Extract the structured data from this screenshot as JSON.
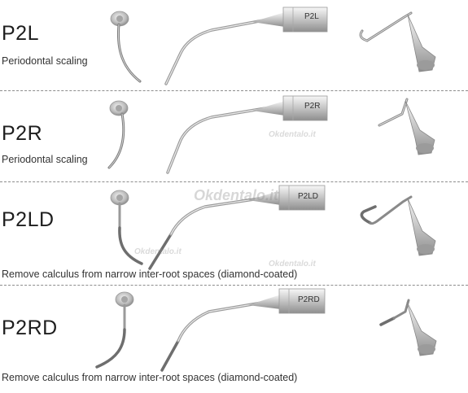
{
  "rows": [
    {
      "code": "P2L",
      "description": "Periodontal scaling",
      "stamp": "P2L"
    },
    {
      "code": "P2R",
      "description": "Periodontal scaling",
      "stamp": "P2R"
    },
    {
      "code": "P2LD",
      "description": "Remove calculus from narrow inter-root spaces (diamond-coated)",
      "stamp": "P2LD"
    },
    {
      "code": "P2RD",
      "description": "Remove calculus from narrow inter-root spaces (diamond-coated)",
      "stamp": "P2RD"
    }
  ],
  "watermark": "Okdentalo.it",
  "colors": {
    "metal_light": "#e9e9e9",
    "metal_dark": "#8a8a8a",
    "diamond": "#6e6e6e"
  }
}
